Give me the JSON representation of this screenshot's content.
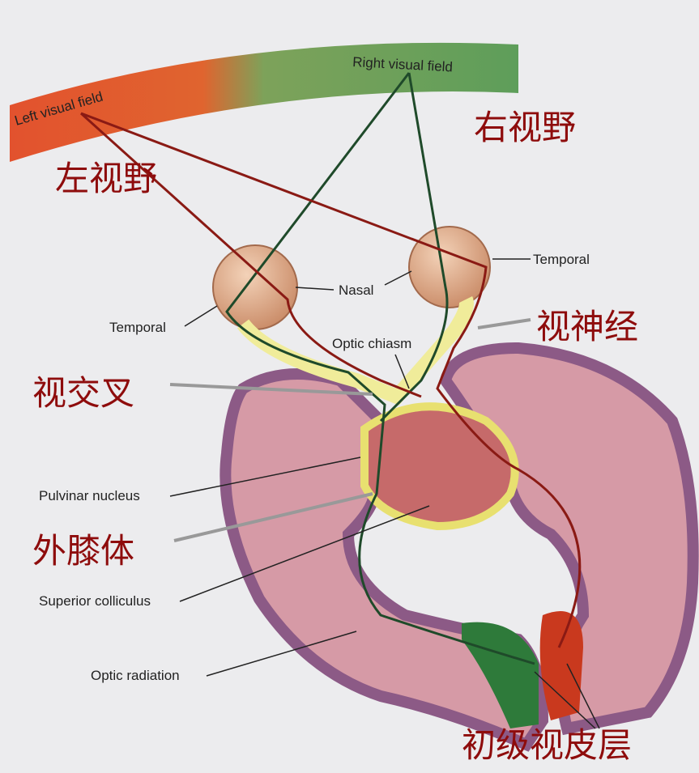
{
  "labels_en": {
    "left_visual_field": "Left visual field",
    "right_visual_field": "Right visual field",
    "temporal_right": "Temporal",
    "temporal_left": "Temporal",
    "nasal": "Nasal",
    "optic_chiasm": "Optic chiasm",
    "pulvinar_nucleus": "Pulvinar nucleus",
    "superior_colliculus": "Superior colliculus",
    "optic_radiation": "Optic radiation"
  },
  "labels_zh": {
    "left_visual_field": "左视野",
    "right_visual_field": "右视野",
    "optic_nerve": "视神经",
    "optic_chiasm": "视交叉",
    "lateral_geniculate": "外膝体",
    "primary_visual_cortex": "初级视皮层"
  },
  "colors": {
    "left_field": "#e2522e",
    "right_field": "#5e9e5a",
    "zh_label": "#8e0c0c",
    "left_pathway": "#1f4a2a",
    "right_pathway": "#8a1a14",
    "cortex": "#d69aa6",
    "cortex_edge": "#8c5a86"
  }
}
